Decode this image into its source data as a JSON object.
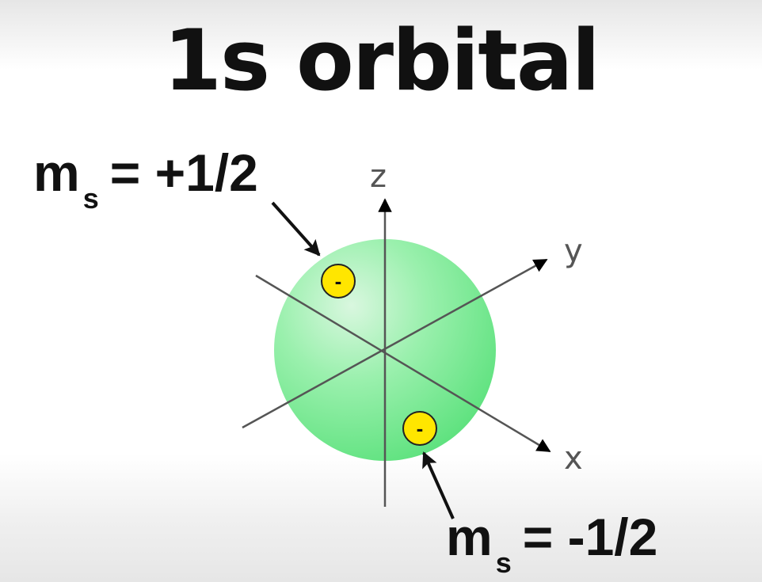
{
  "title": "1s orbital",
  "axes": {
    "z": "z",
    "y": "y",
    "x": "x"
  },
  "spin_up": {
    "symbol": "m",
    "subscript": "s",
    "value": "= +1/2"
  },
  "spin_down": {
    "symbol": "m",
    "subscript": "s",
    "value": "= -1/2"
  },
  "electron_symbol": "-",
  "colors": {
    "orbital": "#7ee89a",
    "electron": "#ffe600",
    "axis": "#555555",
    "arrow": "#111111"
  }
}
